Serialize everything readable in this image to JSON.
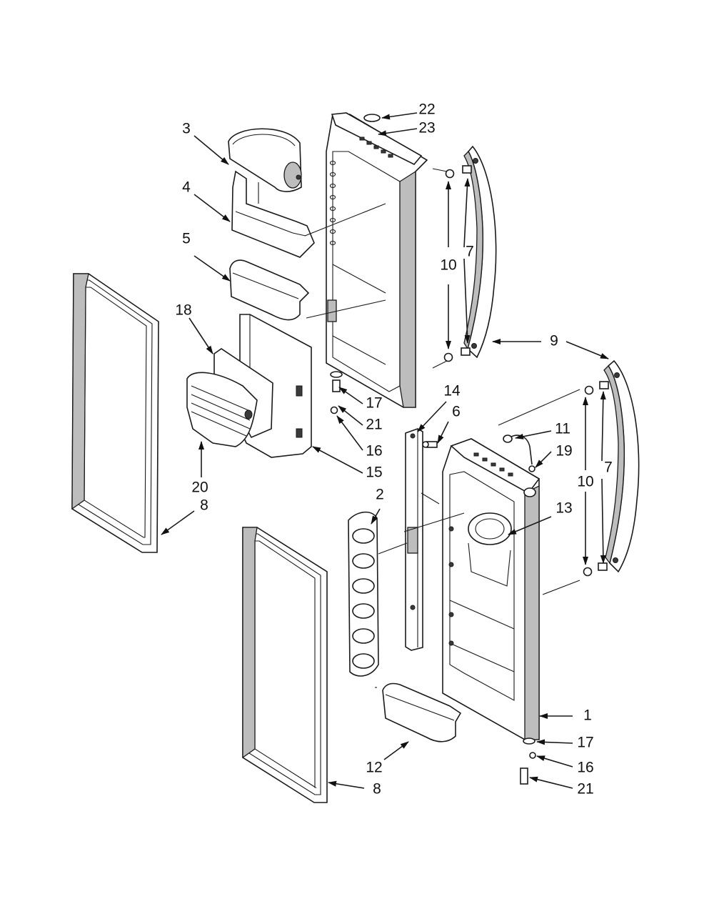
{
  "diagram": {
    "labels": {
      "p22": "22",
      "p23": "23",
      "p3": "3",
      "p4": "4",
      "p5": "5",
      "p18": "18",
      "p20": "20",
      "p8a": "8",
      "p17a": "17",
      "p21a": "21",
      "p16a": "16",
      "p15": "15",
      "p10a": "10",
      "p7a": "7",
      "p9": "9",
      "p14": "14",
      "p6": "6",
      "p11": "11",
      "p19": "19",
      "p10b": "10",
      "p7b": "7",
      "p2": "2",
      "p13": "13",
      "p1": "1",
      "p17b": "17",
      "p16b": "16",
      "p21b": "21",
      "p12": "12",
      "p8b": "8"
    }
  }
}
